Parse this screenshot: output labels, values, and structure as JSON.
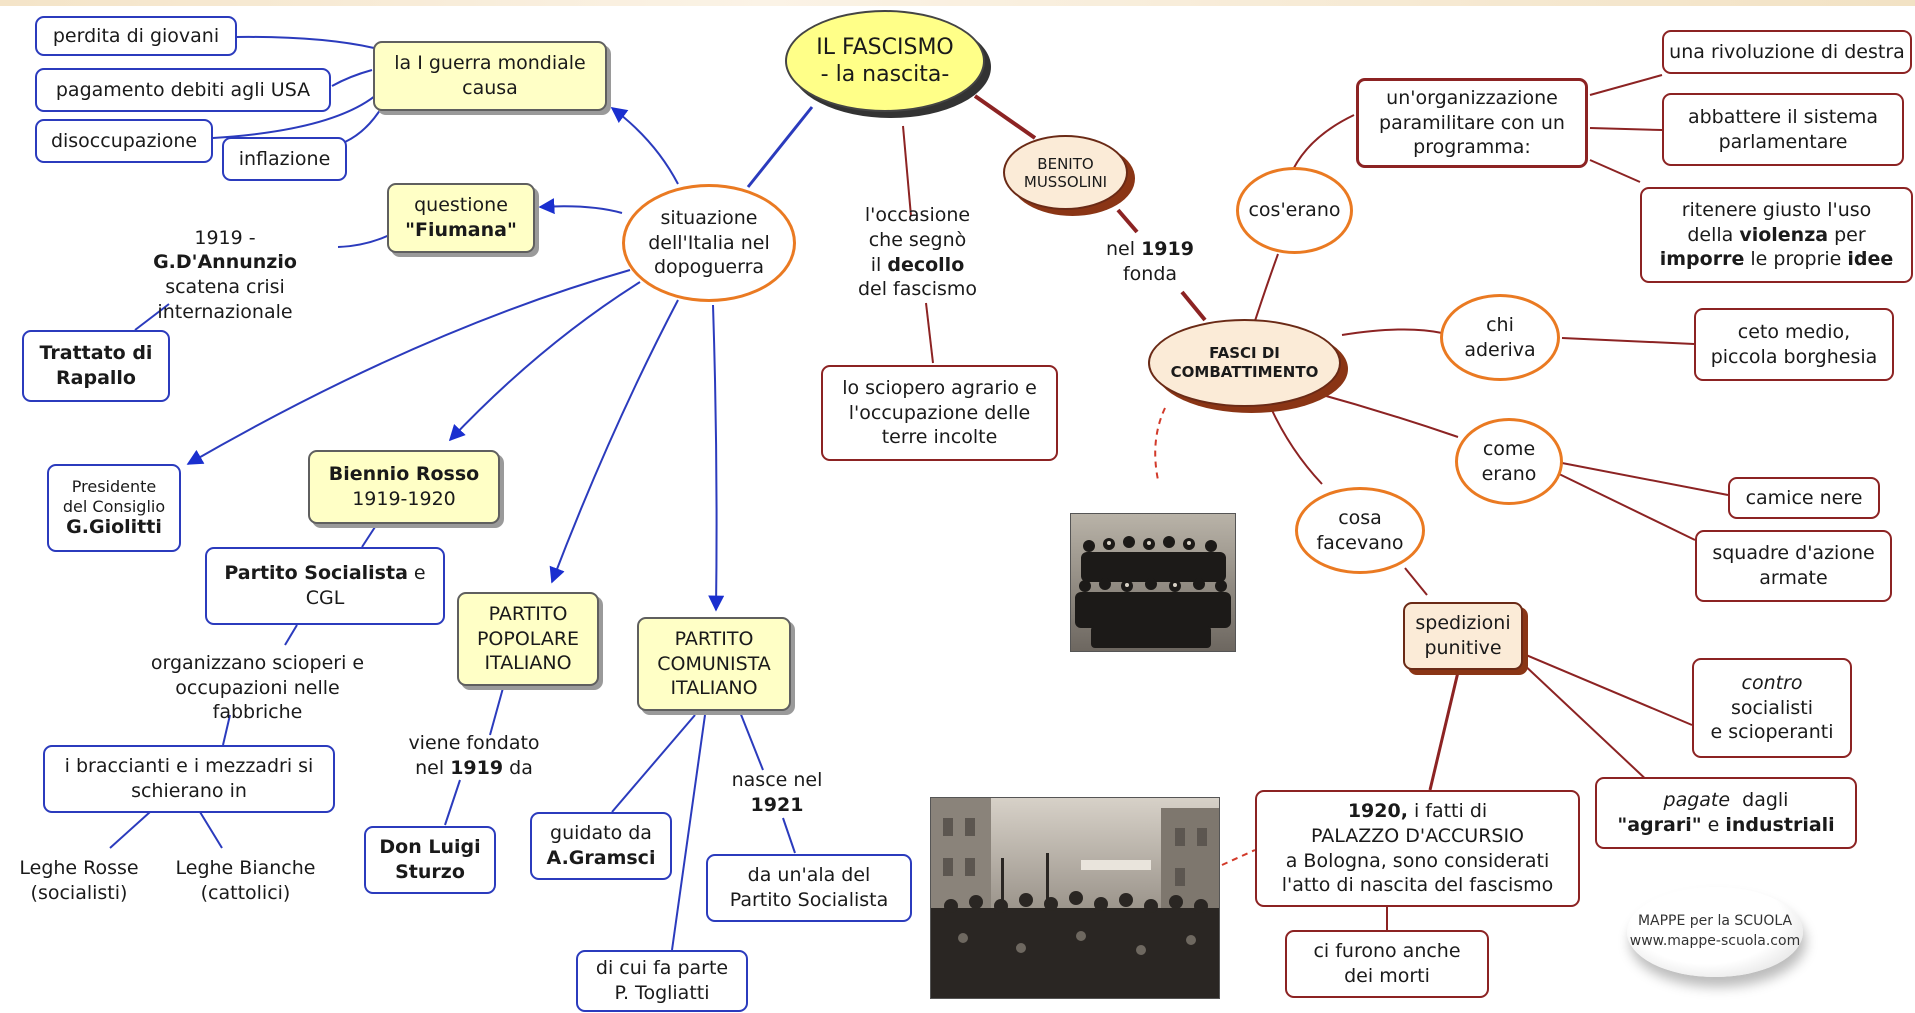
{
  "title": {
    "line1": "IL FASCISMO",
    "line2": "- la nascita-"
  },
  "causes": {
    "war": "la I guerra mondiale causa",
    "youth_loss": "perdita di giovani",
    "debt": "pagamento debiti agli USA",
    "unemployment": "disoccupazione",
    "inflation": "inflazione"
  },
  "postwar": "situazione dell'Italia nel dopoguerra",
  "fiume": {
    "line1": "questione",
    "line2": "\"Fiumana\"",
    "annunzio_pre": "1919 - ",
    "annunzio_bold": "G.D'Annunzio",
    "annunzio_post": "scatena crisi internazionale",
    "rapallo": "Trattato di Rapallo"
  },
  "giolitti": {
    "line1": "Presidente",
    "line2": "del Consiglio",
    "name": "G.Giolitti"
  },
  "biennio": {
    "title": "Biennio Rosso",
    "years": "1919-1920"
  },
  "socialist": {
    "bold": "Partito Socialista",
    "rest": " e CGL"
  },
  "strikes": "organizzano scioperi e occupazioni nelle fabbriche",
  "braccianti": "i braccianti e i mezzadri si schierano in",
  "leghe_rosse": {
    "line1": "Leghe Rosse",
    "line2": "(socialisti)"
  },
  "leghe_bianche": {
    "line1": "Leghe Bianche",
    "line2": "(cattolici)"
  },
  "ppi": {
    "line1": "PARTITO",
    "line2": "POPOLARE",
    "line3": "ITALIANO"
  },
  "ppi_founded": {
    "line1": "viene fondato",
    "pre": "nel ",
    "year": "1919",
    "post": " da"
  },
  "sturzo": "Don Luigi Sturzo",
  "pci": {
    "line1": "PARTITO",
    "line2": "COMUNISTA",
    "line3": "ITALIANO"
  },
  "gramsci": {
    "line1": "guidato da",
    "name": "A.Gramsci"
  },
  "born1921": {
    "line1": "nasce nel",
    "year": "1921"
  },
  "wing": "da un'ala del Partito Socialista",
  "togliatti": {
    "line1": "di cui fa parte",
    "line2": "P. Togliatti"
  },
  "occasione": {
    "line1": "l'occasione",
    "line2": "che segnò",
    "pre": "il ",
    "bold": "decollo",
    "line4": "del fascismo"
  },
  "sciopero": "lo sciopero agrario e l'occupazione delle terre incolte",
  "mussolini": {
    "line1": "BENITO",
    "line2": "MUSSOLINI"
  },
  "fonda": {
    "pre": "nel ",
    "year": "1919",
    "line2": "fonda"
  },
  "fasci": {
    "line1": "FASCI DI",
    "line2": "COMBATTIMENTO"
  },
  "coserano": "cos'erano",
  "org": "un'organizzazione paramilitare con un programma:",
  "rivoluzione": "una rivoluzione di destra",
  "abbattere": "abbattere il sistema parlamentare",
  "violenza": {
    "l1": "ritenere giusto l'uso",
    "l2pre": "della ",
    "l2bold": "violenza",
    "l2post": " per",
    "l3bold1": "imporre",
    "l3mid": " le proprie ",
    "l3bold2": "idee"
  },
  "aderiva": {
    "line1": "chi",
    "line2": "aderiva"
  },
  "ceto": "ceto medio, piccola borghesia",
  "erano": {
    "line1": "come",
    "line2": "erano"
  },
  "camicie": "camice nere",
  "squadre": "squadre d'azione armate",
  "facevano": {
    "line1": "cosa",
    "line2": "facevano"
  },
  "spedizioni": "spedizioni punitive",
  "contro": {
    "ital": "contro",
    "line2": "socialisti",
    "line3": "e scioperanti"
  },
  "pagate": {
    "ital": "pagate",
    "post": "  dagli",
    "b1": "\"agrari\"",
    "mid": " e ",
    "b2": "industriali"
  },
  "accursio": {
    "year": "1920,",
    "rest1": " i fatti di",
    "l2": "PALAZZO D'ACCURSIO",
    "l3": "a Bologna, sono considerati",
    "l4": "l'atto di nascita del fascismo"
  },
  "morti": "ci furono anche dei morti",
  "watermark": {
    "line1": "MAPPE per la SCUOLA",
    "line2": "www.mappe-scuola.com"
  },
  "colors": {
    "blue": "#2b3bbd",
    "orange": "#ea7a22",
    "dark_red": "#8c2323",
    "yellow": "#ffffc6",
    "title_yellow": "#ffff88"
  }
}
